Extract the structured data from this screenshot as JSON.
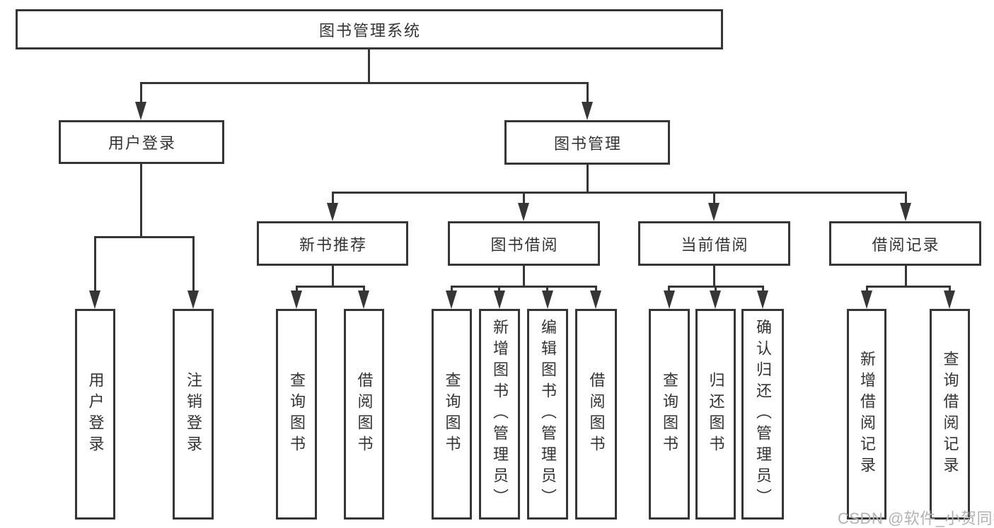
{
  "diagram_type": "hierarchy-tree",
  "colors": {
    "line": "#363636",
    "box_border": "#363636",
    "text": "#333333",
    "background": "#ffffff",
    "watermark": "#b2b2b2"
  },
  "tree": {
    "label": "图书管理系统",
    "children": [
      {
        "label": "用户登录",
        "children": [
          {
            "label": "用户登录"
          },
          {
            "label": "注销登录"
          }
        ]
      },
      {
        "label": "图书管理",
        "children": [
          {
            "label": "新书推荐",
            "children": [
              {
                "label": "查询图书"
              },
              {
                "label": "借阅图书"
              }
            ]
          },
          {
            "label": "图书借阅",
            "children": [
              {
                "label": "查询图书"
              },
              {
                "label": "新增图书（管理员）"
              },
              {
                "label": "编辑图书（管理员）"
              },
              {
                "label": "借阅图书"
              }
            ]
          },
          {
            "label": "当前借阅",
            "children": [
              {
                "label": "查询图书"
              },
              {
                "label": "归还图书"
              },
              {
                "label": "确认归还（管理员）"
              }
            ]
          },
          {
            "label": "借阅记录",
            "children": [
              {
                "label": "新增借阅记录"
              },
              {
                "label": "查询借阅记录"
              }
            ]
          }
        ]
      }
    ]
  },
  "watermark": "CSDN @软件_小贺同学"
}
